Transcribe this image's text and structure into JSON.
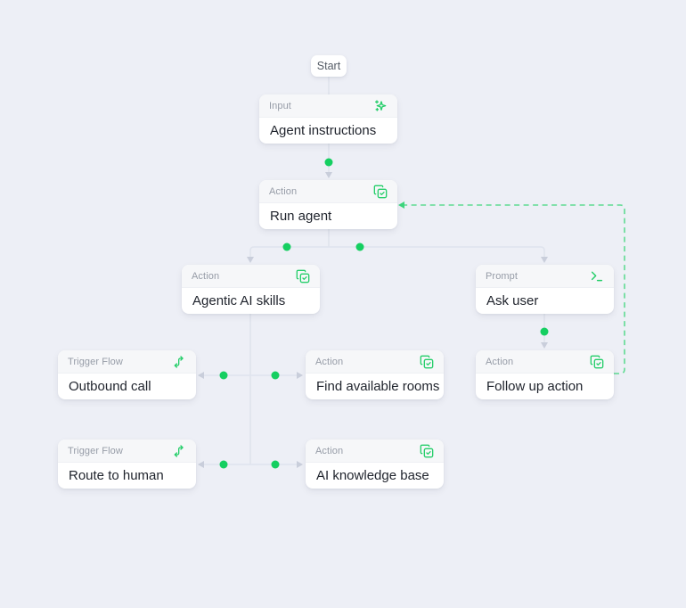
{
  "canvas": {
    "background": "#edeff6"
  },
  "colors": {
    "accent_green": "#25ce6a",
    "flow_dot_green": "#15cf61",
    "loopback_dashed_green": "#5fdb92",
    "connector_gray": "#dfe3ed",
    "node_header_bg": "#f6f7f9",
    "node_bg": "#ffffff",
    "label_gray": "#969ca7",
    "title_dark": "#1f232c"
  },
  "start_node": {
    "label": "Start"
  },
  "nodes": [
    {
      "id": "agent-instructions",
      "label": "Input",
      "title": "Agent instructions",
      "icon": "sparkles-icon"
    },
    {
      "id": "run-agent",
      "label": "Action",
      "title": "Run agent",
      "icon": "copy-check-icon"
    },
    {
      "id": "agentic-ai-skills",
      "label": "Action",
      "title": "Agentic AI skills",
      "icon": "copy-check-icon"
    },
    {
      "id": "ask-user",
      "label": "Prompt",
      "title": "Ask user",
      "icon": "terminal-icon"
    },
    {
      "id": "outbound-call",
      "label": "Trigger Flow",
      "title": "Outbound call",
      "icon": "step-arrow-icon"
    },
    {
      "id": "find-available-rooms",
      "label": "Action",
      "title": "Find available rooms",
      "icon": "copy-check-icon"
    },
    {
      "id": "follow-up-action",
      "label": "Action",
      "title": "Follow up action",
      "icon": "copy-check-icon"
    },
    {
      "id": "route-to-human",
      "label": "Trigger Flow",
      "title": "Route to human",
      "icon": "step-arrow-icon"
    },
    {
      "id": "ai-knowledge-base",
      "label": "Action",
      "title": "AI knowledge base",
      "icon": "copy-check-icon"
    }
  ],
  "edges": [
    {
      "from": "start",
      "to": "agent-instructions",
      "style": "solid"
    },
    {
      "from": "agent-instructions",
      "to": "run-agent",
      "style": "solid"
    },
    {
      "from": "run-agent",
      "to": "agentic-ai-skills",
      "style": "solid"
    },
    {
      "from": "run-agent",
      "to": "ask-user",
      "style": "solid"
    },
    {
      "from": "agentic-ai-skills",
      "to": "outbound-call",
      "style": "solid"
    },
    {
      "from": "agentic-ai-skills",
      "to": "find-available-rooms",
      "style": "solid"
    },
    {
      "from": "agentic-ai-skills",
      "to": "route-to-human",
      "style": "solid"
    },
    {
      "from": "agentic-ai-skills",
      "to": "ai-knowledge-base",
      "style": "solid"
    },
    {
      "from": "ask-user",
      "to": "follow-up-action",
      "style": "solid"
    },
    {
      "from": "follow-up-action",
      "to": "run-agent",
      "style": "dashed-loopback"
    }
  ]
}
